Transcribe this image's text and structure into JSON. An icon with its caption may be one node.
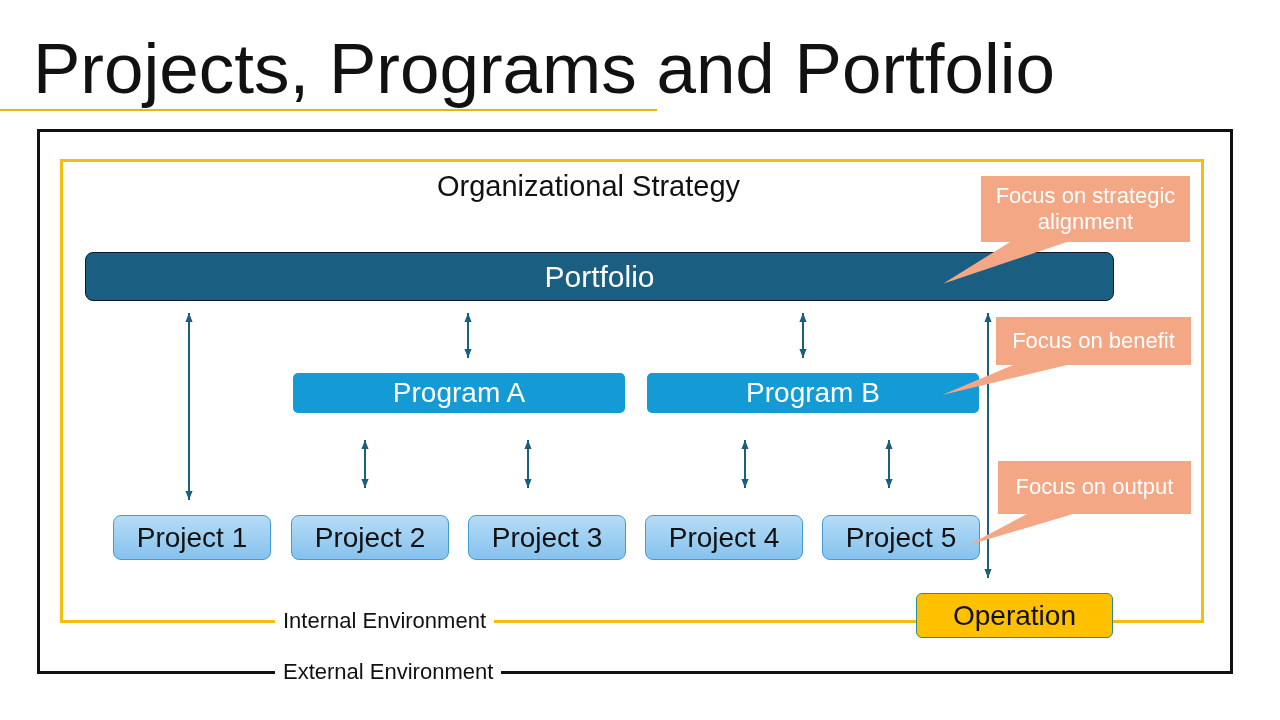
{
  "diagram": {
    "title": "Projects, Programs and Portfolio",
    "nodes": [
      {
        "text": [
          "External Environment"
        ]
      },
      {
        "text": [
          "Organizational Strategy",
          "Internal Environment"
        ],
        "in": 0
      },
      {
        "text": [
          "Focus on strategic alignment"
        ],
        "in": 1
      },
      {
        "text": [
          "Portfolio"
        ],
        "in": 1
      },
      {
        "text": [
          "Focus on benefit"
        ],
        "in": 1
      },
      {
        "text": [
          "Program A"
        ],
        "in": 1
      },
      {
        "text": [
          "Program B"
        ],
        "in": 1
      },
      {
        "text": [
          "Focus on output"
        ],
        "in": 1
      },
      {
        "text": [
          "Project 1"
        ],
        "in": 1
      },
      {
        "text": [
          "Project 2"
        ],
        "in": 1
      },
      {
        "text": [
          "Project 3"
        ],
        "in": 1
      },
      {
        "text": [
          "Project 4"
        ],
        "in": 1
      },
      {
        "text": [
          "Project 5"
        ],
        "in": 1
      },
      {
        "text": [
          "Operation"
        ],
        "in": 0
      }
    ],
    "edges": [
      {
        "from": 3,
        "to": 8,
        "arrow": "both"
      },
      {
        "from": 3,
        "to": 5,
        "arrow": "both"
      },
      {
        "from": 3,
        "to": 6,
        "arrow": "both"
      },
      {
        "from": 3,
        "to": 13,
        "arrow": "both"
      },
      {
        "from": 5,
        "to": 9,
        "arrow": "both"
      },
      {
        "from": 5,
        "to": 10,
        "arrow": "both"
      },
      {
        "from": 6,
        "to": 11,
        "arrow": "both"
      },
      {
        "from": 6,
        "to": 12,
        "arrow": "both"
      },
      {
        "from": 2,
        "to": 3,
        "arrow": "none",
        "style": "thick",
        "color": "#f3a785"
      },
      {
        "from": 4,
        "to": 6,
        "arrow": "none",
        "style": "thick",
        "color": "#f3a785"
      },
      {
        "from": 7,
        "to": 12,
        "arrow": "none",
        "style": "thick",
        "color": "#f3a785"
      }
    ]
  }
}
